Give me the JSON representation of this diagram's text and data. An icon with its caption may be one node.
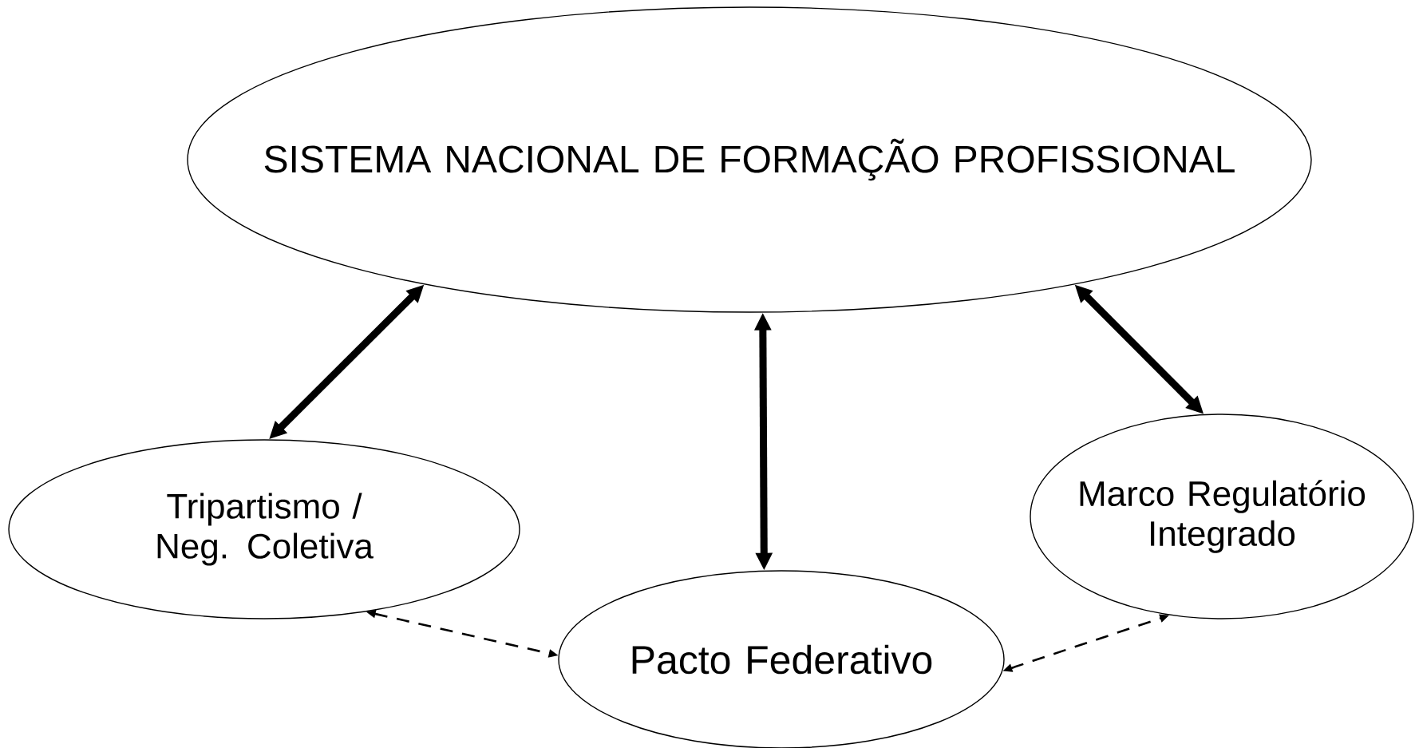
{
  "diagram": {
    "nodes": [
      {
        "text": [
          "SISTEMA NACIONAL DE FORMAÇÃO PROFISSIONAL"
        ]
      },
      {
        "text": [
          "Tripartismo / Neg. Coletiva"
        ]
      },
      {
        "text": [
          "Pacto Federativo"
        ]
      },
      {
        "text": [
          "Marco Regulatório Integrado"
        ]
      }
    ],
    "edges": [
      {
        "from": 0,
        "to": 1,
        "arrow": "both"
      },
      {
        "from": 0,
        "to": 2,
        "arrow": "both"
      },
      {
        "from": 0,
        "to": 3,
        "arrow": "both"
      },
      {
        "from": 1,
        "to": 2,
        "arrow": "both",
        "style": "dashed"
      },
      {
        "from": 2,
        "to": 3,
        "arrow": "both",
        "style": "dashed"
      }
    ]
  }
}
